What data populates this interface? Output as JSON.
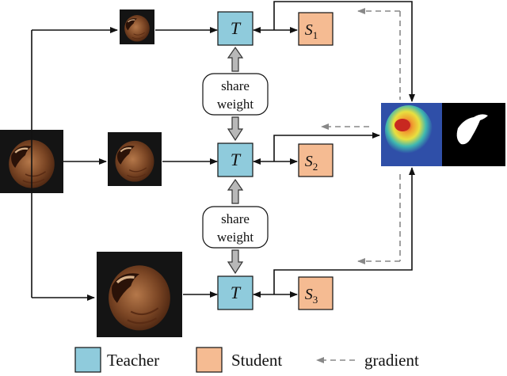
{
  "colors": {
    "teacher": "#8fcbdc",
    "student": "#f5bb92",
    "arrow": "#111111",
    "gradient_arrow": "#888888",
    "image_bg": "#141414",
    "hazelnut": "#7a4524",
    "hazelnut_highlight": "#b5784a",
    "heatmap_blue": "#2f4fa8",
    "mask_bg": "#000000",
    "mask_fg": "#ffffff"
  },
  "nodes": {
    "teacher_label": "T",
    "student_1": {
      "base": "S",
      "sub": "1"
    },
    "student_2": {
      "base": "S",
      "sub": "2"
    },
    "student_3": {
      "base": "S",
      "sub": "3"
    }
  },
  "share_boxes": [
    {
      "line1": "share",
      "line2": "weight"
    },
    {
      "line1": "share",
      "line2": "weight"
    }
  ],
  "legend": {
    "teacher": "Teacher",
    "student": "Student",
    "gradient": "gradient"
  },
  "icons": {
    "input_image": "hazelnut-photo",
    "scaled_images": "hazelnut-photo",
    "output_heatmap": "anomaly-heatmap",
    "output_mask": "segmentation-mask",
    "share_arrow": "gray-block-arrow"
  }
}
